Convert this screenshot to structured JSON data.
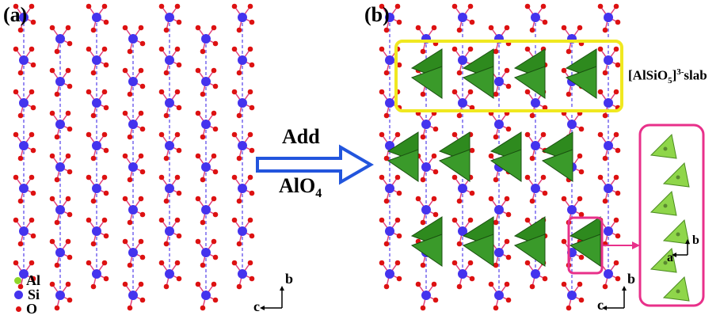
{
  "panels": {
    "a_label": "(a)",
    "b_label": "(b)"
  },
  "arrow": {
    "top_text": "Add",
    "bottom_text_main": "AlO",
    "bottom_text_sub": "4"
  },
  "slab_label": {
    "main": "[AlSiO",
    "sub": "5",
    "close": "]",
    "sup": "3-",
    "suffix": "slab"
  },
  "legend": [
    {
      "symbol": "Al",
      "color": "#8fd62a"
    },
    {
      "symbol": "Si",
      "color": "#4433ee"
    },
    {
      "symbol": "O",
      "color": "#dd1111"
    }
  ],
  "axes_a": {
    "up": "b",
    "left": "c"
  },
  "axes_b": {
    "up": "b",
    "left": "c"
  },
  "axes_inset": {
    "up": "b",
    "left": "a"
  },
  "colors": {
    "si": "#4433ee",
    "o": "#dd1111",
    "bond": "#e0407a",
    "dash": "#7766ee",
    "tetra": "#2e8a1e",
    "yellow": "#f0e820",
    "pink": "#e8308a",
    "arrow": "#2255dd"
  }
}
